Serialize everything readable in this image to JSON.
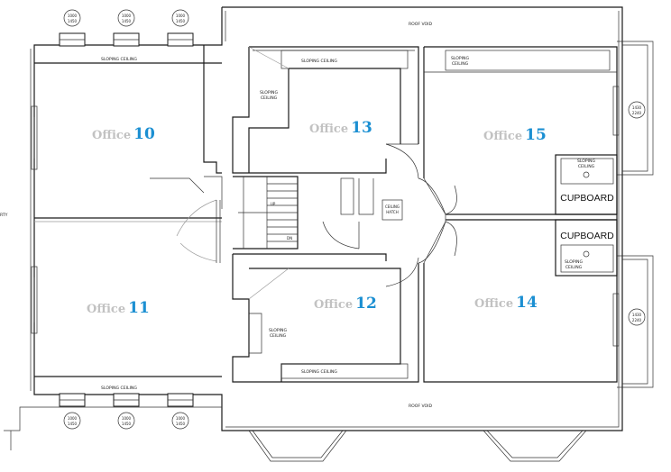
{
  "labels": {
    "roof_void": "ROOF VOID",
    "sloping_ceiling": "SLOPING CEILING",
    "sloping_ceiling_line1": "SLOPING",
    "sloping_ceiling_line2": "CEILING",
    "cupboard": "CUPBOARD",
    "ceiling_hatch_line1": "CEILING",
    "ceiling_hatch_line2": "HATCH",
    "stair_up": "UP",
    "stair_dn": "DN",
    "edge_text": "RTY",
    "window_dim_top": "1000",
    "window_dim_bottom": "1450",
    "side_window_top": "1430",
    "side_window_bottom": "2240"
  },
  "rooms": [
    {
      "word": "Office",
      "number": "10"
    },
    {
      "word": "Office",
      "number": "11"
    },
    {
      "word": "Office",
      "number": "12"
    },
    {
      "word": "Office",
      "number": "13"
    },
    {
      "word": "Office",
      "number": "14"
    },
    {
      "word": "Office",
      "number": "15"
    }
  ]
}
